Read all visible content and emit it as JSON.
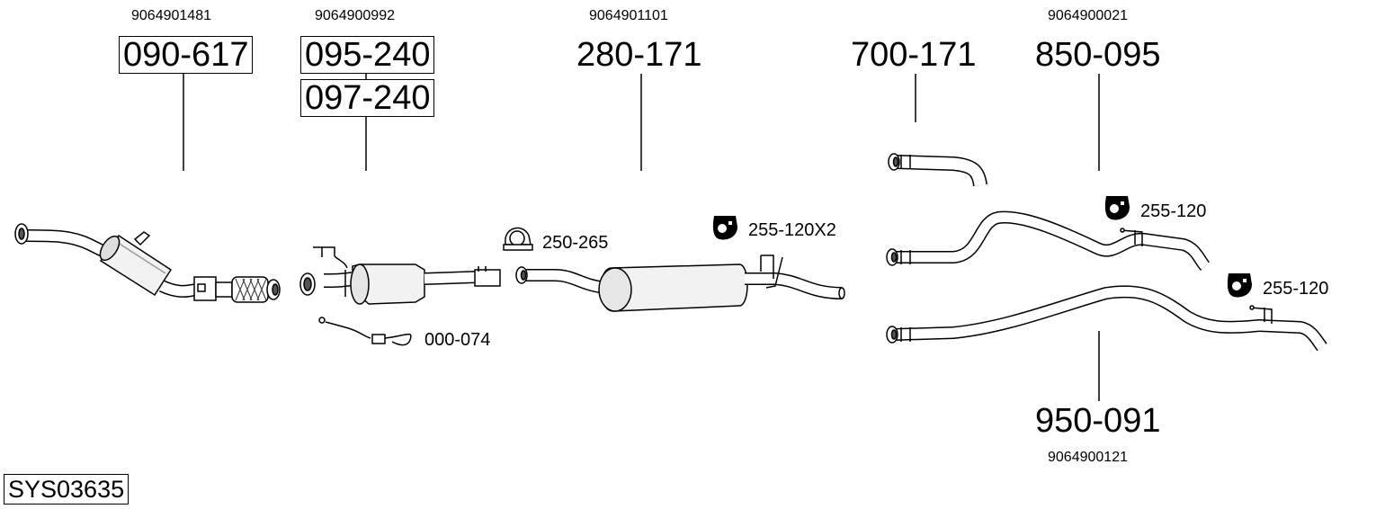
{
  "system_code": "SYS03635",
  "parts": [
    {
      "id": "catalyst-front",
      "part_no": "090-617",
      "oe_no": "9064901481",
      "boxed": true
    },
    {
      "id": "dpf-a",
      "part_no": "095-240",
      "oe_no": "9064900992",
      "boxed": true
    },
    {
      "id": "dpf-b",
      "part_no": "097-240",
      "boxed": true
    },
    {
      "id": "middle-silencer",
      "part_no": "280-171",
      "oe_no": "9064901101",
      "boxed": false
    },
    {
      "id": "pipe-short",
      "part_no": "700-171",
      "boxed": false
    },
    {
      "id": "tail-pipe-upper",
      "part_no": "850-095",
      "oe_no": "9064900021",
      "boxed": false
    },
    {
      "id": "tail-pipe-lower",
      "part_no": "950-091",
      "oe_no": "9064900121",
      "boxed": false
    }
  ],
  "accessories": [
    {
      "id": "sensor",
      "label": "000-074",
      "icon": "lambda-sensor-icon"
    },
    {
      "id": "clamp",
      "label": "250-265",
      "icon": "clamp-icon"
    },
    {
      "id": "hanger-x2",
      "label": "255-120X2",
      "icon": "rubber-hanger-icon"
    },
    {
      "id": "hanger-upper",
      "label": "255-120",
      "icon": "rubber-hanger-icon"
    },
    {
      "id": "hanger-lower",
      "label": "255-120",
      "icon": "rubber-hanger-icon"
    }
  ]
}
